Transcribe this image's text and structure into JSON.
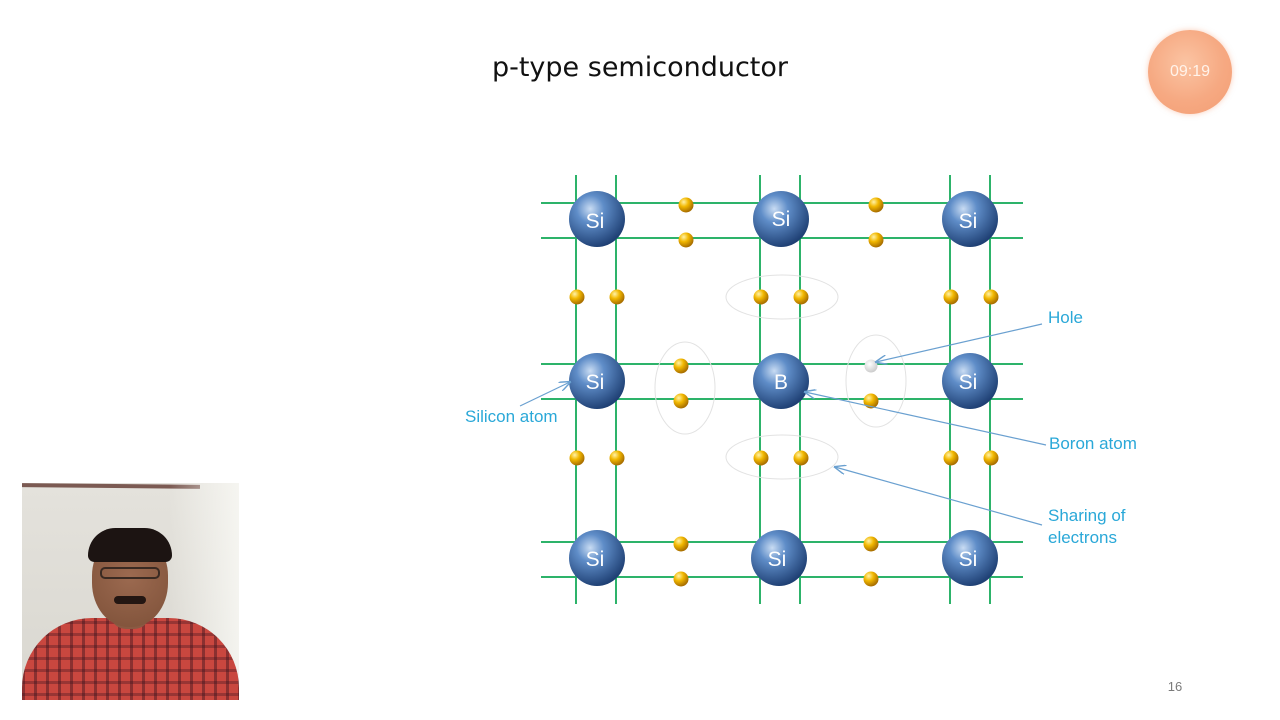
{
  "slide": {
    "title": "p-type semiconductor",
    "timer": "09:19",
    "page_number": "16"
  },
  "diagram": {
    "labels": {
      "hole": "Hole",
      "silicon_atom": "Silicon atom",
      "boron_atom": "Boron atom",
      "sharing_line1": "Sharing of",
      "sharing_line2": "electrons"
    },
    "atom_symbols": [
      "Si",
      "Si",
      "Si",
      "Si",
      "B",
      "Si",
      "Si",
      "Si",
      "Si"
    ],
    "colors": {
      "bond_line": "#2db36a",
      "atom": "#3c6aa8",
      "electron": "#f0b400",
      "label": "#2aa8d8",
      "arrow": "#6aa0d0"
    }
  },
  "webcam": {
    "icon": "presenter-video-icon"
  }
}
